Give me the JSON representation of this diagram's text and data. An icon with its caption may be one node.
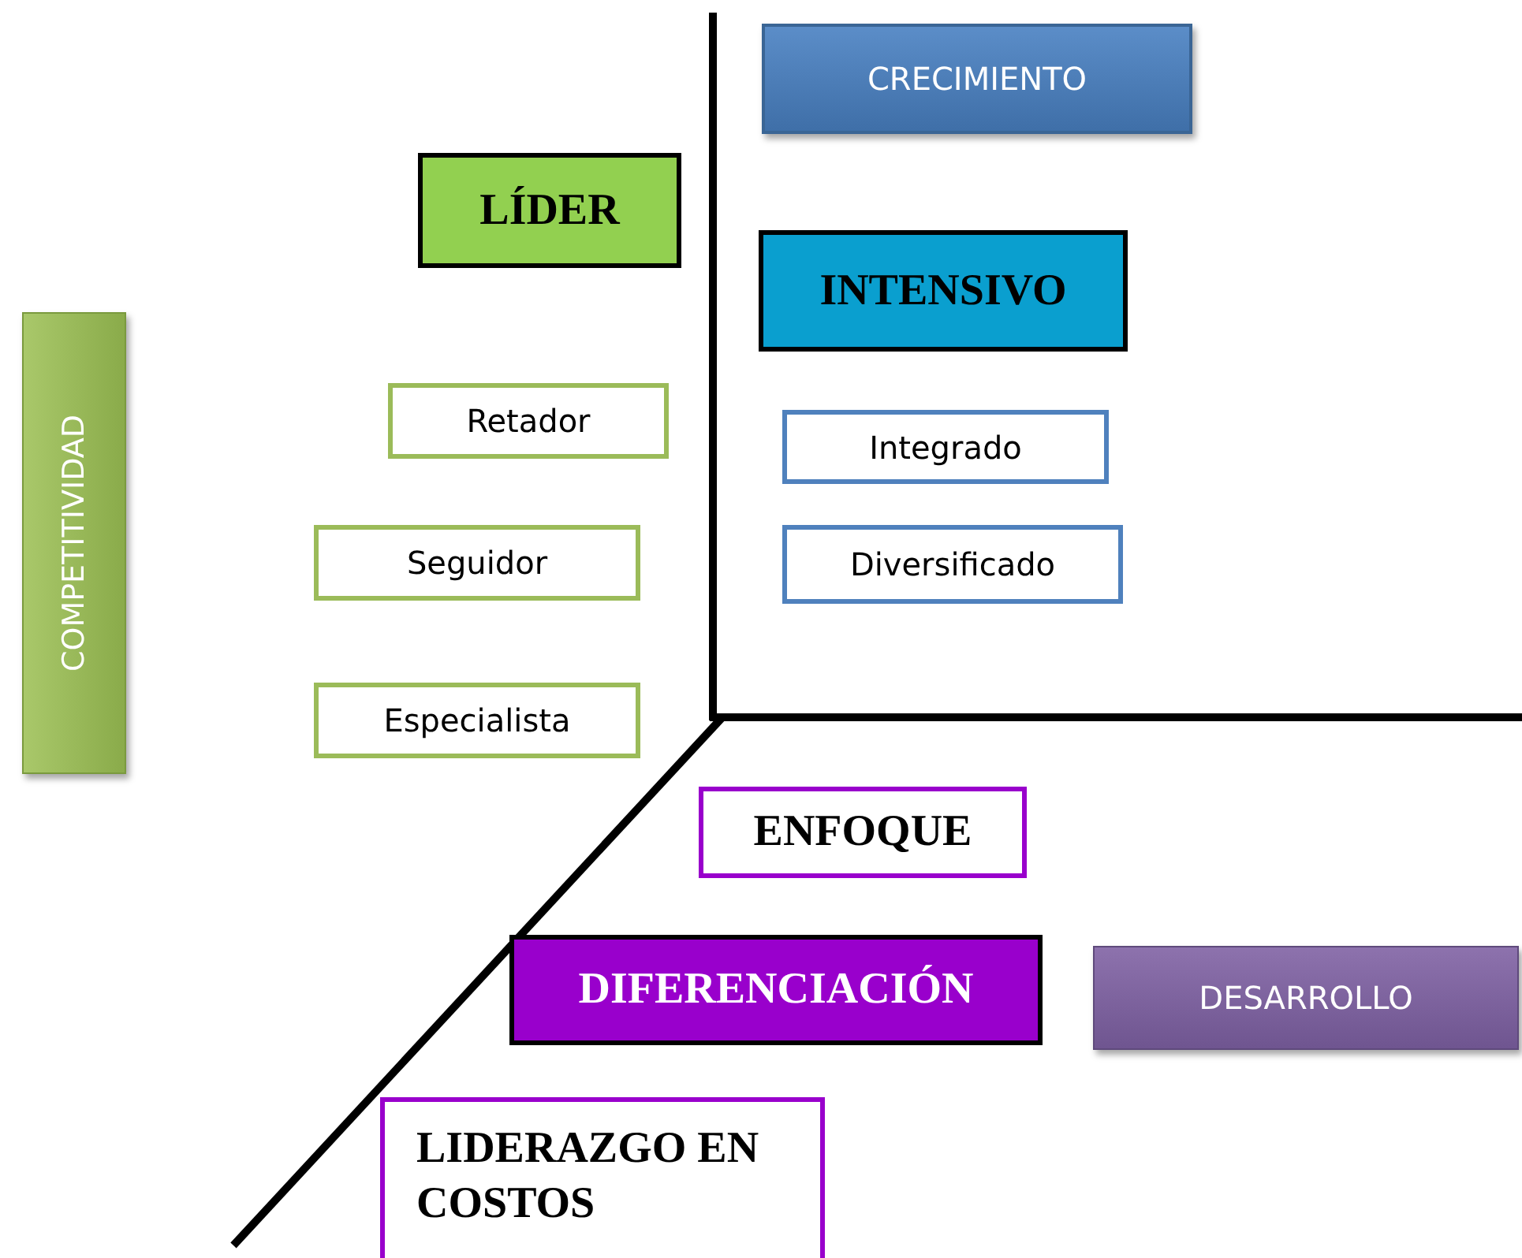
{
  "diagram": {
    "nodes": [
      {
        "text": [
          "CRECIMIENTO"
        ]
      },
      {
        "text": [
          "LÍDER"
        ]
      },
      {
        "text": [
          "INTENSIVO"
        ]
      },
      {
        "text": [
          "COMPETITIVIDAD"
        ]
      },
      {
        "text": [
          "Retador"
        ]
      },
      {
        "text": [
          "Integrado"
        ]
      },
      {
        "text": [
          "Seguidor"
        ]
      },
      {
        "text": [
          "Diversificado"
        ]
      },
      {
        "text": [
          "Especialista"
        ]
      },
      {
        "text": [
          "ENFOQUE"
        ]
      },
      {
        "text": [
          "DIFERENCIACIÓN"
        ]
      },
      {
        "text": [
          "DESARROLLO"
        ]
      },
      {
        "text": [
          "LIDERAZGO EN COSTOS"
        ]
      }
    ]
  }
}
